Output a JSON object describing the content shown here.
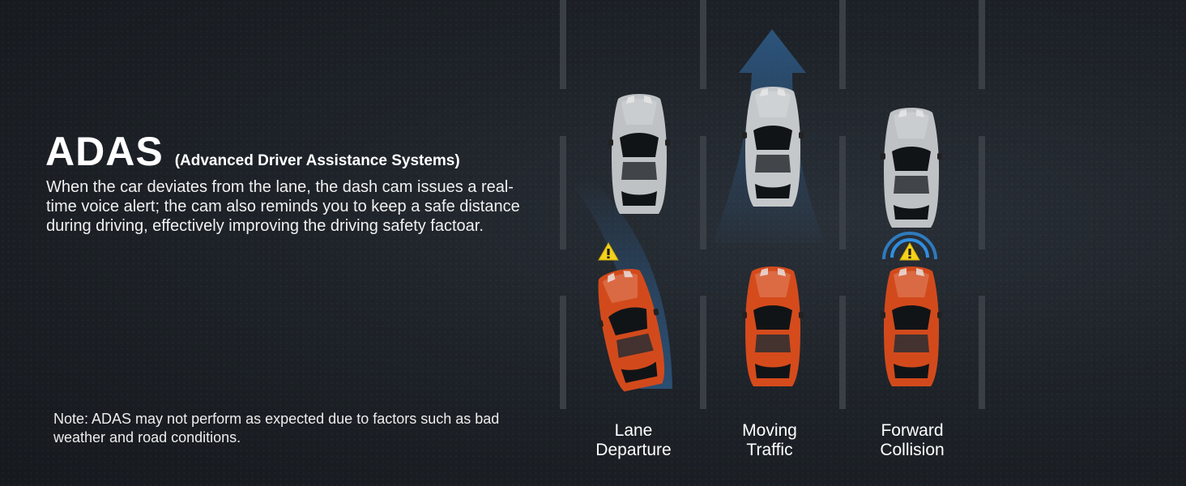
{
  "header": {
    "title": "ADAS",
    "subtitle": "(Advanced Driver Assistance Systems)"
  },
  "description": "When the car deviates from the lane, the dash cam issues a real-time voice alert; the cam also reminds you to keep a safe distance during driving, effectively improving the driving safety factoar.",
  "note": "Note: ADAS may not perform as expected due to factors such as bad weather and road conditions.",
  "lanes": [
    {
      "label_line1": "Lane",
      "label_line2": "Departure"
    },
    {
      "label_line1": "Moving",
      "label_line2": "Traffic"
    },
    {
      "label_line1": "Forward",
      "label_line2": "Collision"
    }
  ],
  "icons": {
    "warning": "warning-triangle-icon",
    "arrow": "direction-arrow-icon",
    "signal": "signal-waves-icon",
    "car": "car-icon"
  },
  "colors": {
    "background": "#1e2329",
    "accent_blue": "#2e5a86",
    "car_red": "#d2471c",
    "car_silver": "#b9bcbf",
    "warning_yellow": "#f5d21a",
    "signal_blue": "#2f8ee0"
  }
}
